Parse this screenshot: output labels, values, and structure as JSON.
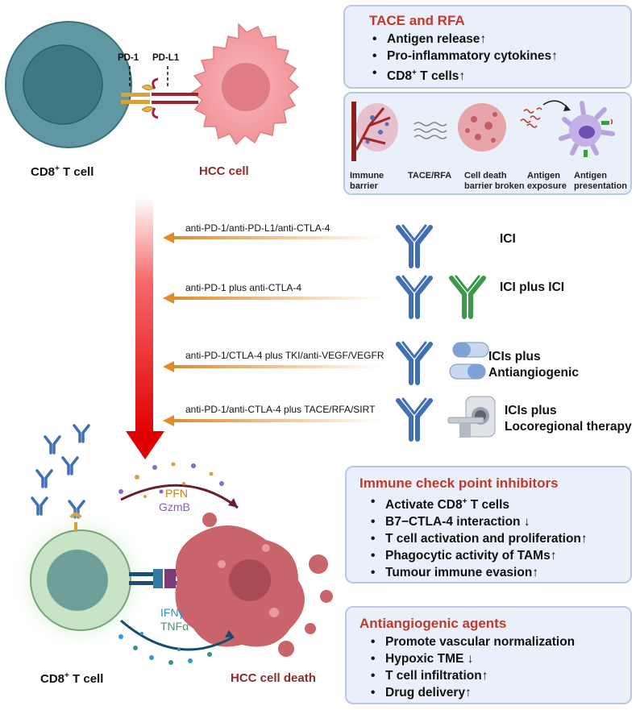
{
  "top_cells": {
    "tcell_label": "CD8",
    "tcell_sup": "+",
    "tcell_suffix": " T cell",
    "hcc_label": "HCC cell",
    "pd1": "PD-1",
    "pdl1": "PD-L1"
  },
  "tace_box": {
    "title": "TACE and RFA",
    "items": [
      "Antigen release↑",
      "Pro-inflammatory  cytokines↑",
      "T cells↑"
    ],
    "cd8_prefix": "CD8",
    "cd8_sup": "+"
  },
  "process_strip": {
    "steps": [
      {
        "line1": "Immune",
        "line2": "barrier"
      },
      {
        "line1": "TACE/RFA",
        "line2": ""
      },
      {
        "line1": "Cell death",
        "line2": "barrier broken"
      },
      {
        "line1": "Antigen",
        "line2": "exposure"
      },
      {
        "line1": "Antigen",
        "line2": "presentation"
      }
    ]
  },
  "therapies": [
    {
      "arrow_label": "anti-PD-1/anti-PD-L1/anti-CTLA-4",
      "line1": "ICI",
      "line2": "",
      "icons": [
        "antibody-icon"
      ]
    },
    {
      "arrow_label": "anti-PD-1 plus anti-CTLA-4",
      "line1": "ICI plus ICI",
      "line2": "",
      "icons": [
        "antibody-icon",
        "green-antibody-icon"
      ]
    },
    {
      "arrow_label": "anti-PD-1/CTLA-4 plus TKI/anti-VEGF/VEGFR",
      "line1": "ICIs plus",
      "line2": "Antiangiogenic",
      "icons": [
        "antibody-icon",
        "pill-icon"
      ]
    },
    {
      "arrow_label": "anti-PD-1/anti-CTLA-4 plus TACE/RFA/SIRT",
      "line1": "ICIs plus",
      "line2": "Locoregional therapy",
      "icons": [
        "antibody-icon",
        "ct-scanner-icon"
      ]
    }
  ],
  "bottom_cells": {
    "tcell_label": "CD8",
    "tcell_sup": "+",
    "tcell_suffix": " T cell",
    "death_label": "HCC cell death",
    "pfn": "PFN",
    "gzmb": "GzmB",
    "ifng": "IFNγ",
    "tnfa": "TNFα"
  },
  "ici_box": {
    "title": "Immune check point inhibitors",
    "items": [
      "T cells",
      "B7−CTLA-4 interaction ↓",
      "T cell activation and proliferation↑",
      "Phagocytic activity of TAMs↑",
      "Tumour immune evasion↑"
    ],
    "first_prefix": "Activate CD8",
    "first_sup": "+"
  },
  "antiangio_box": {
    "title": "Antiangiogenic agents",
    "items": [
      "Promote vascular normalization",
      "Hypoxic TME ↓",
      "T cell infiltration↑",
      "Drug delivery↑"
    ]
  },
  "colors": {
    "title_red": "#c0392b",
    "box_fill": "#eaf0fa",
    "box_border": "#b9c8e6",
    "antibody_blue": "#3f6fb5",
    "antibody_green": "#3a9a45",
    "arrow_orange": "#e59a3b",
    "tcell_teal": "#5f97a3",
    "hcc_pink": "#f2a0a2"
  }
}
